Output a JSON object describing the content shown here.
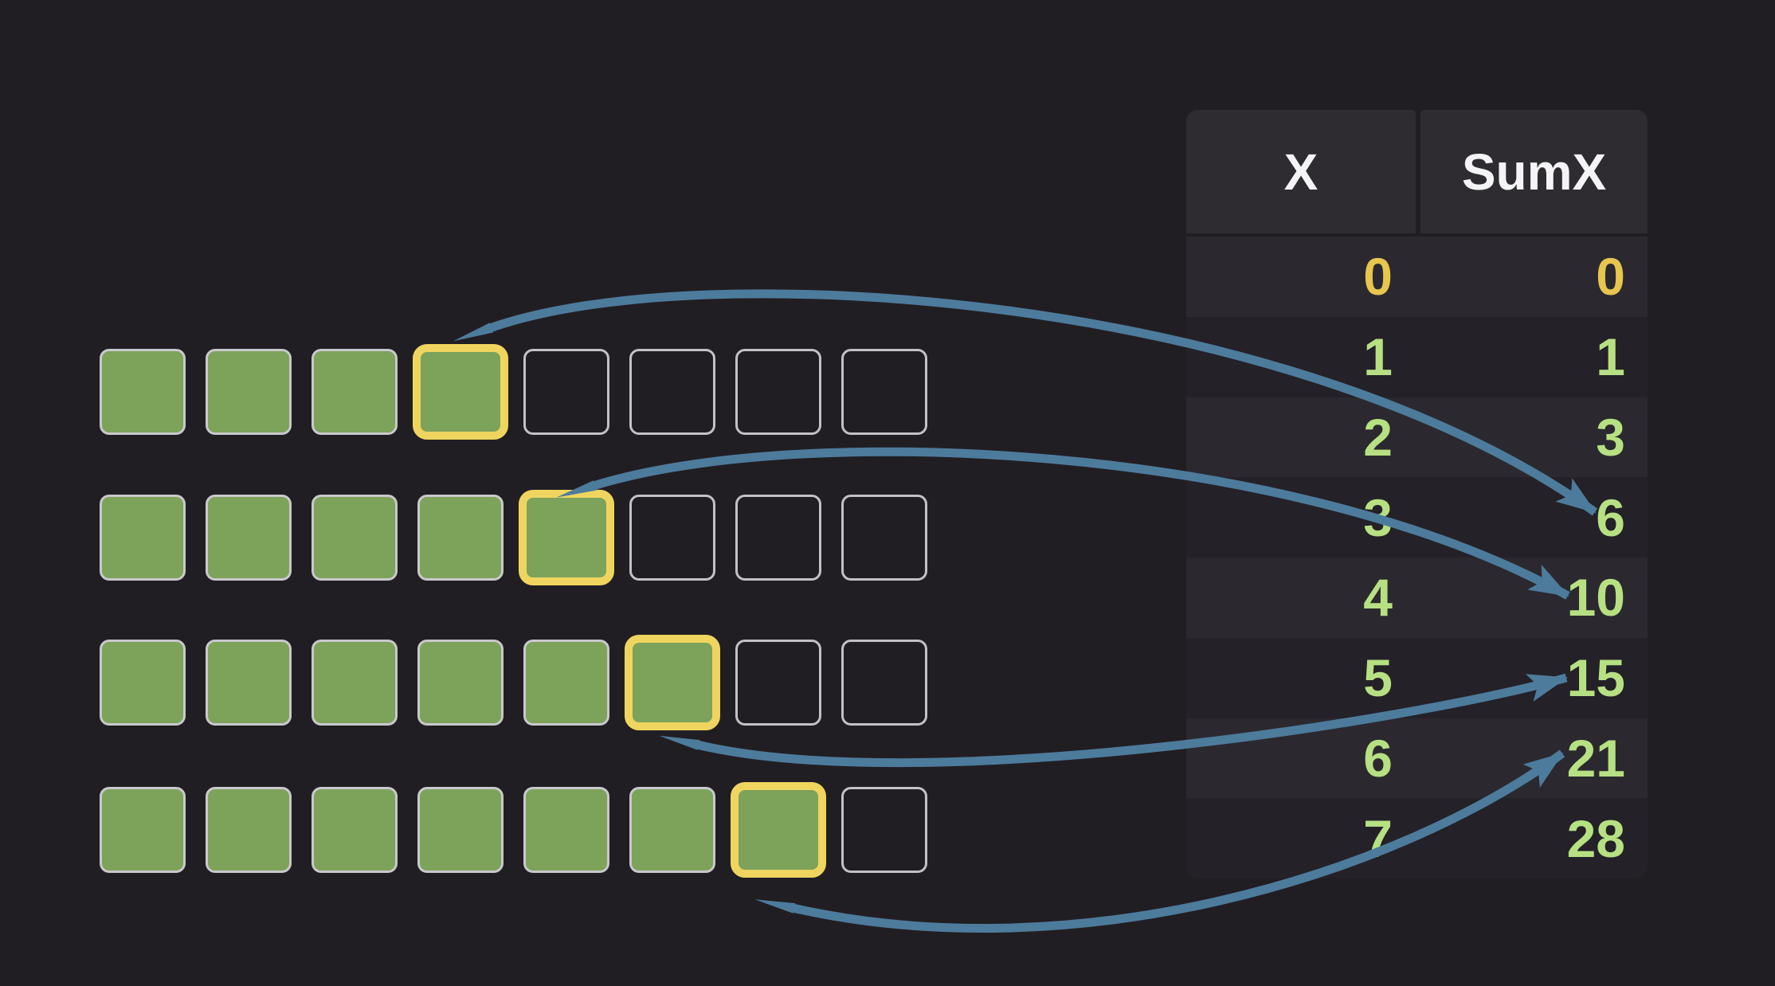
{
  "table": {
    "columns": [
      "X",
      "SumX"
    ],
    "rows": [
      {
        "x": "0",
        "sumx": "0"
      },
      {
        "x": "1",
        "sumx": "1"
      },
      {
        "x": "2",
        "sumx": "3"
      },
      {
        "x": "3",
        "sumx": "6"
      },
      {
        "x": "4",
        "sumx": "10"
      },
      {
        "x": "5",
        "sumx": "15"
      },
      {
        "x": "6",
        "sumx": "21"
      },
      {
        "x": "7",
        "sumx": "28"
      }
    ]
  },
  "blocks": {
    "columns": 8,
    "rows": [
      {
        "filled": 4,
        "highlighted_index": 3
      },
      {
        "filled": 5,
        "highlighted_index": 4
      },
      {
        "filled": 6,
        "highlighted_index": 5
      },
      {
        "filled": 7,
        "highlighted_index": 6
      }
    ]
  },
  "arrows": [
    {
      "from_block_row": 0,
      "to_x": "3",
      "to_sumx": "6"
    },
    {
      "from_block_row": 1,
      "to_x": "4",
      "to_sumx": "10"
    },
    {
      "from_block_row": 2,
      "to_x": "5",
      "to_sumx": "15"
    },
    {
      "from_block_row": 3,
      "to_x": "6",
      "to_sumx": "21"
    }
  ],
  "colors": {
    "page_bg": "#211E23",
    "square_fill": "#7DA25A",
    "square_border": "#C9C8CD",
    "highlight_border": "#EFD55F",
    "arrow": "#4D7B9C",
    "header_bg": "#2E2B31",
    "header_text": "#F4F3F5",
    "row_light": "#2B292F",
    "row_dark": "#242128",
    "first_row_text": "#E7C64F",
    "value_text": "#B7E083"
  }
}
